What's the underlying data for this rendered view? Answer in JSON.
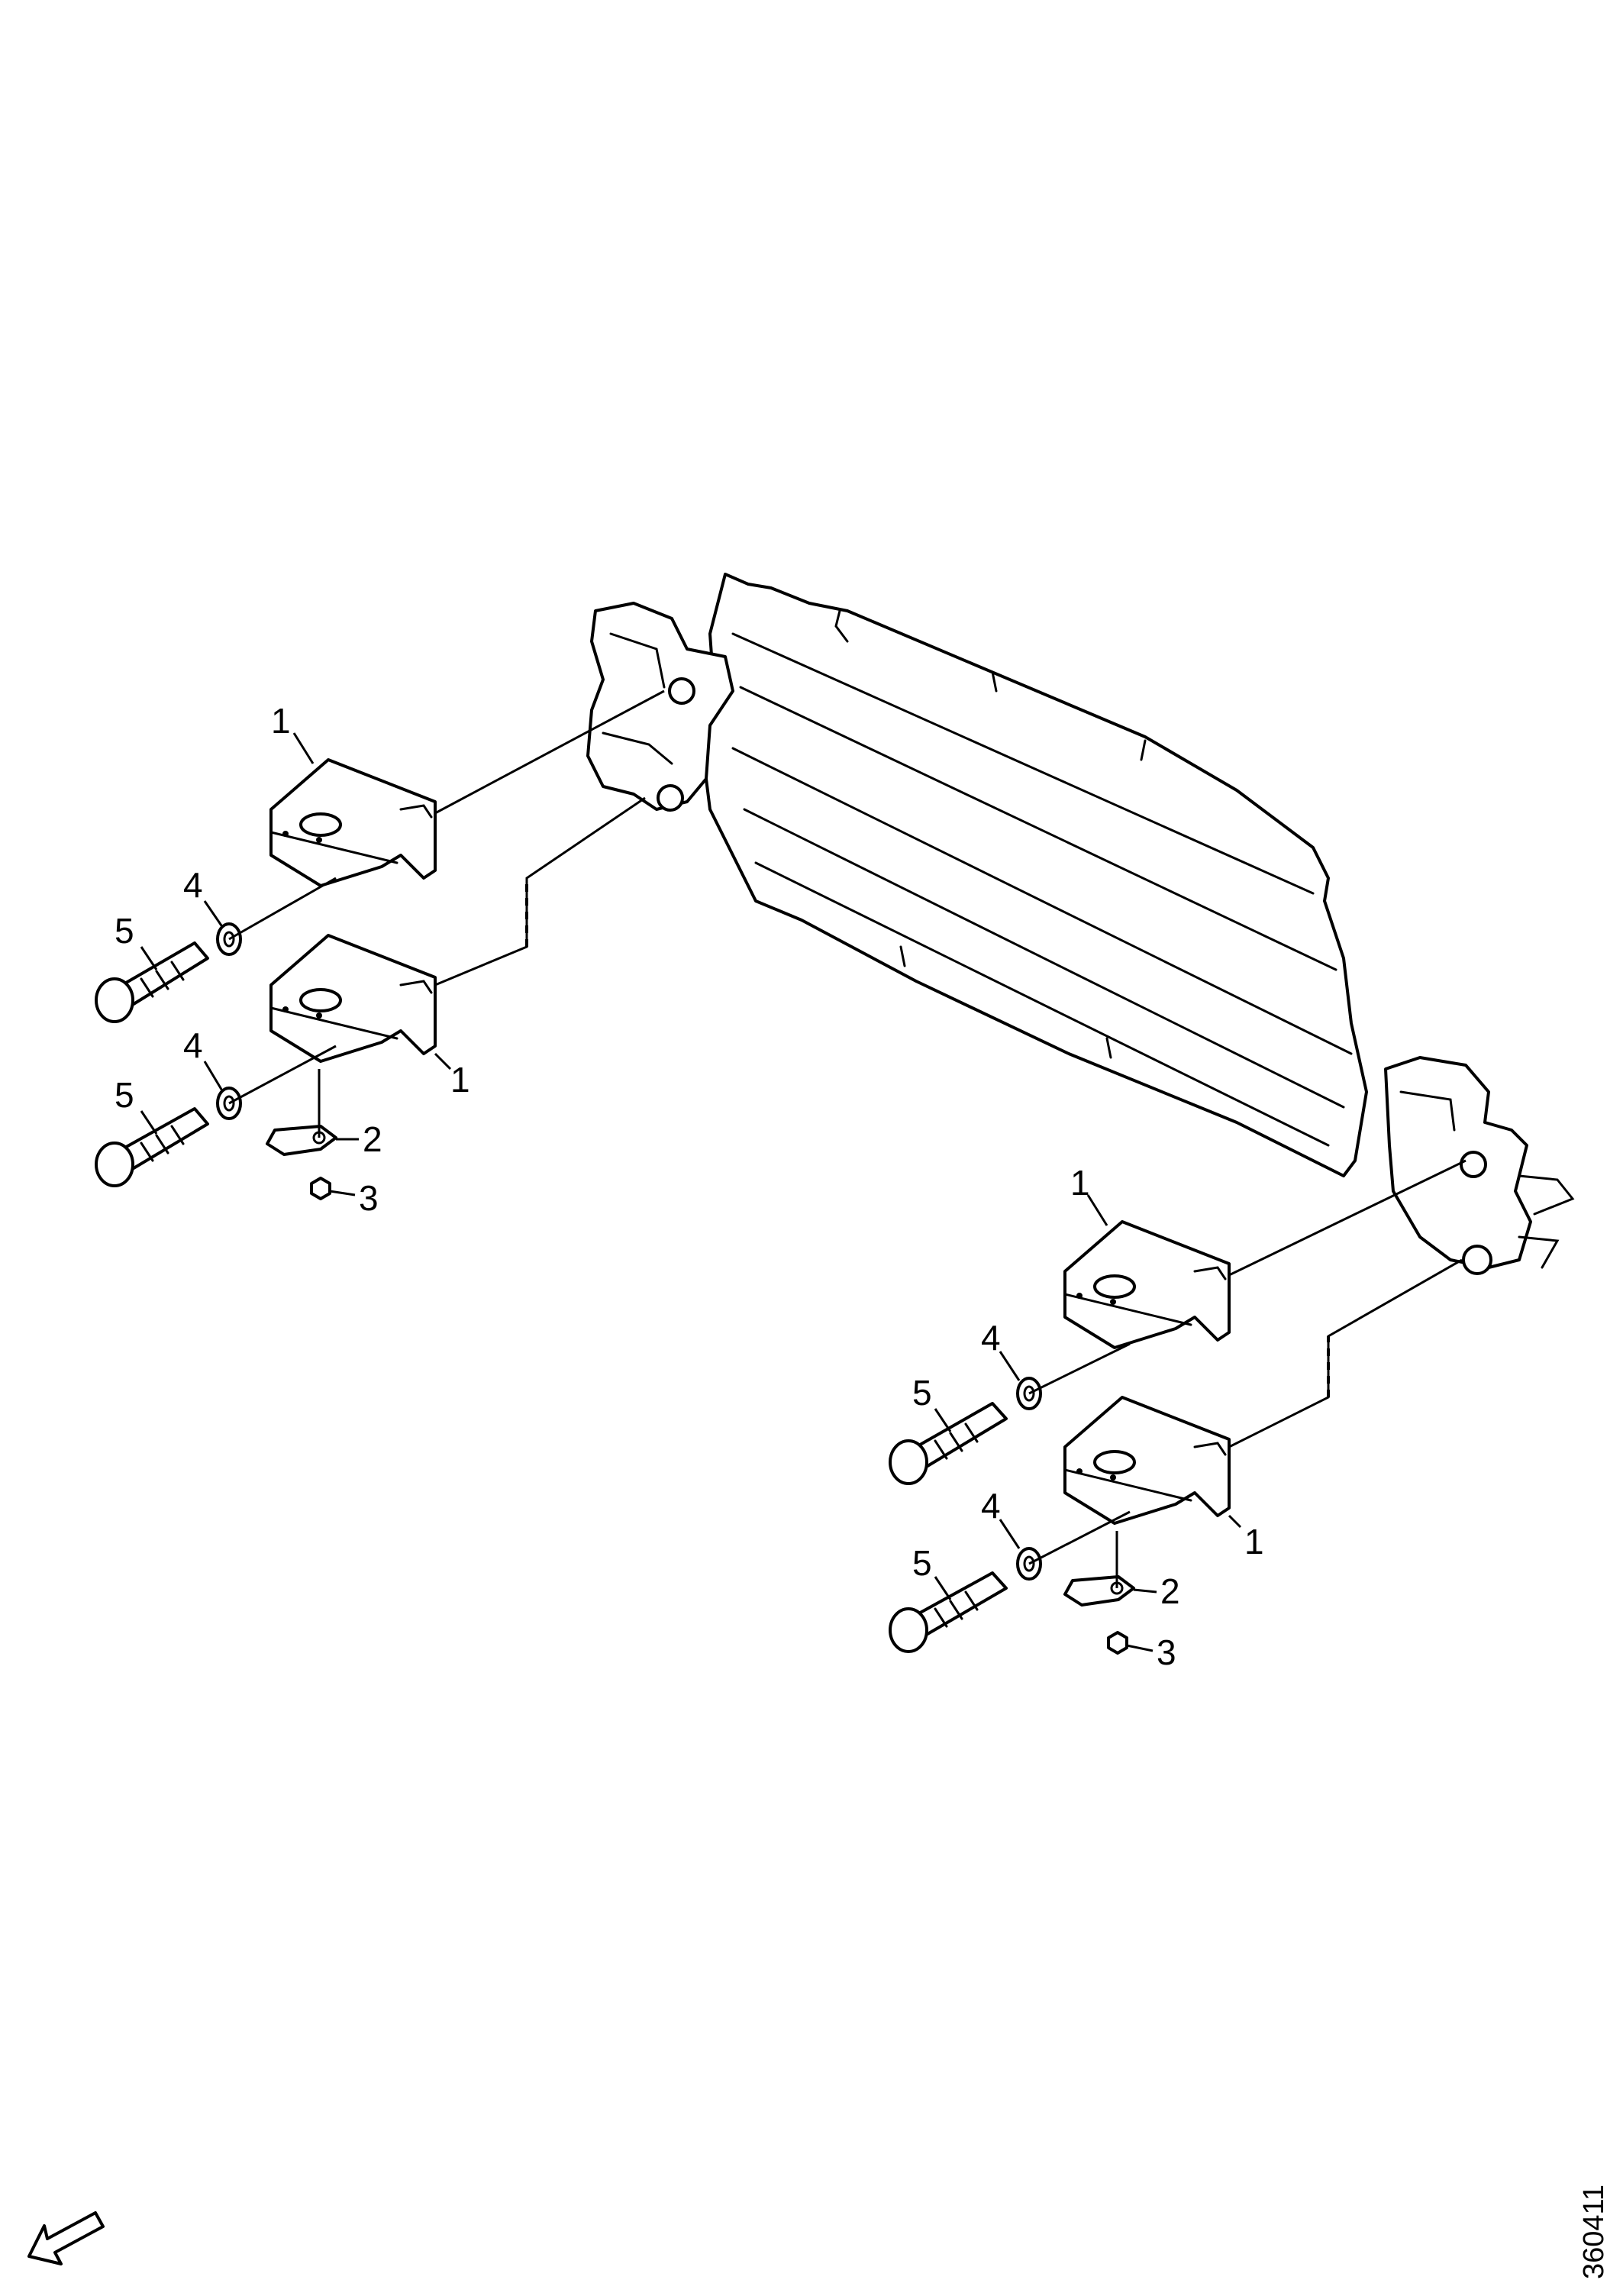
{
  "diagram": {
    "callouts": {
      "c1": "1",
      "c2": "2",
      "c3": "3",
      "c4": "4",
      "c5": "5"
    },
    "reference_number": "360411",
    "icons": {
      "direction_arrow": "direction-arrow-icon"
    },
    "colors": {
      "line": "#000000",
      "background": "#ffffff"
    }
  }
}
